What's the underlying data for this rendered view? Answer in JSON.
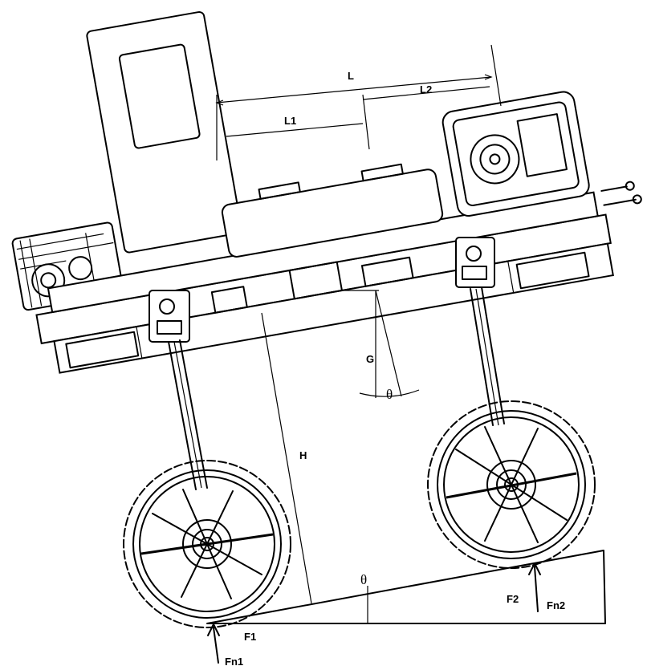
{
  "diagram": {
    "labels": {
      "L": "L",
      "L1": "L1",
      "L2": "L2",
      "G": "G",
      "theta_top": "θ",
      "H": "H",
      "theta_bottom": "θ",
      "F1": "F1",
      "F2": "F2",
      "Fn1": "Fn1",
      "Fn2": "Fn2"
    }
  }
}
